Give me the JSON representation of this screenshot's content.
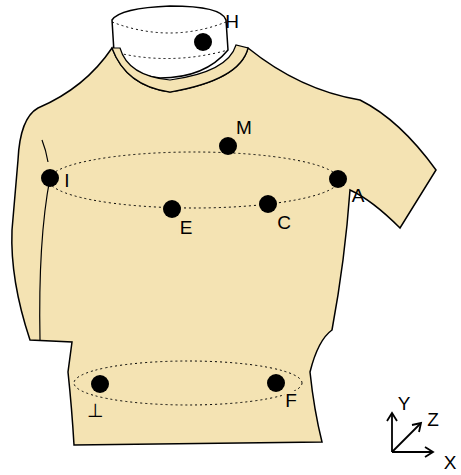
{
  "diagram": {
    "labels": [
      "H",
      "M",
      "I",
      "A",
      "E",
      "C",
      "⊥",
      "F",
      "Y",
      "Z",
      "X"
    ]
  }
}
